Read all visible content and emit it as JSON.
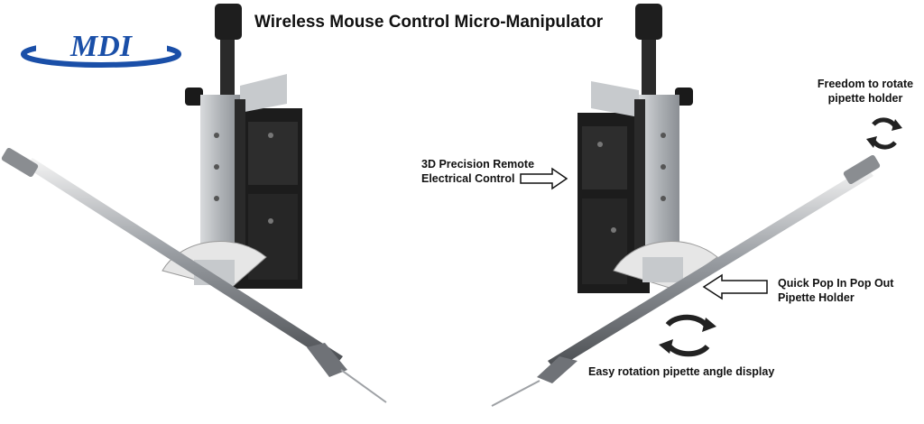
{
  "logo": {
    "text": "MDI",
    "color": "#1a4fa8"
  },
  "title": "Wireless Mouse Control Micro-Manipulator",
  "callouts": {
    "precision_line1": "3D Precision Remote",
    "precision_line2": "Electrical Control",
    "freedom_line1": "Freedom to rotate",
    "freedom_line2": "pipette holder",
    "quickpop_line1": "Quick Pop In Pop Out",
    "quickpop_line2": "Pipette Holder",
    "rotation": "Easy rotation pipette angle display"
  },
  "colors": {
    "metal": "#b9bcc0",
    "dark": "#1c1c1c",
    "protractor": "#e8e8e8"
  }
}
